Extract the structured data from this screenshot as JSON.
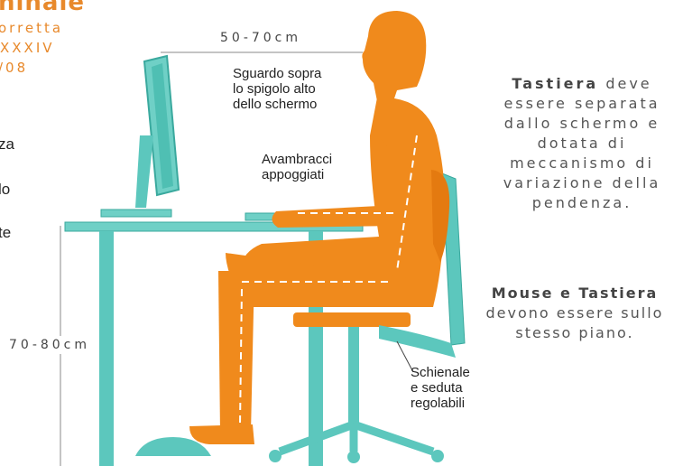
{
  "header": {
    "title": "ninale",
    "line1": "orretta",
    "line2": "XXXIV",
    "line3": "/08"
  },
  "left_cut": [
    "za",
    "lo",
    "te"
  ],
  "dimensions": {
    "top": "50-70cm",
    "side": "70-80cm"
  },
  "notes": {
    "sguardo": [
      "Sguardo sopra",
      "lo spigolo alto",
      "dello schermo"
    ],
    "avambracci": [
      "Avambracci",
      "appoggiati"
    ],
    "schienale": [
      "Schienale",
      "e seduta",
      "regolabili"
    ]
  },
  "info": {
    "tastiera_bold": "Tastiera",
    "tastiera_rest": [
      "deve",
      "essere separata",
      "dallo schermo e",
      "dotata di",
      "meccanismo di",
      "variazione della",
      "pendenza."
    ],
    "mouse_bold": "Mouse e Tastiera",
    "mouse_rest": [
      "devono essere sullo",
      "stesso piano."
    ]
  },
  "colors": {
    "orange": "#f08a1c",
    "orange_dark": "#e47a10",
    "teal": "#5cc7bd",
    "teal_dark": "#3aa99e",
    "header_orange": "#e8892b"
  }
}
